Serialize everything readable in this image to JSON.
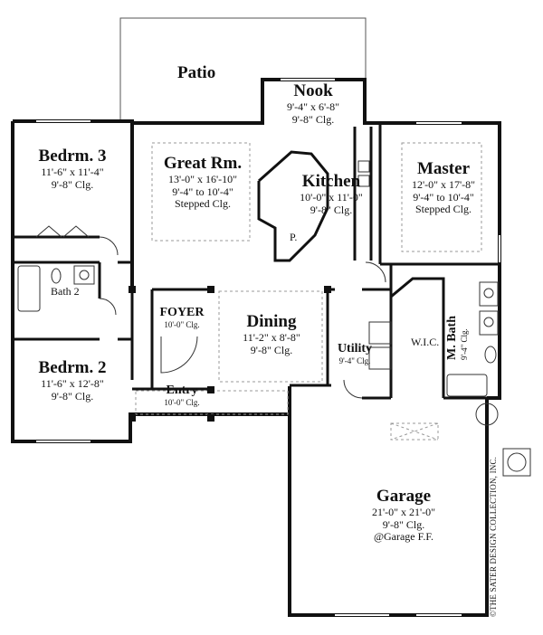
{
  "rooms": {
    "patio": {
      "name": "Patio"
    },
    "nook": {
      "name": "Nook",
      "size": "9'-4\" x 6'-8\"",
      "ceiling": "9'-8\" Clg."
    },
    "bedroom3": {
      "name": "Bedrm. 3",
      "size": "11'-6\" x 11'-4\"",
      "ceiling": "9'-8\" Clg."
    },
    "great_room": {
      "name": "Great Rm.",
      "size": "13'-0\" x 16'-10\"",
      "ceiling": "9'-4\"  to 10'-4\"",
      "note": "Stepped Clg."
    },
    "kitchen": {
      "name": "Kitchen",
      "size": "10'-0\" x 11'-0\"",
      "ceiling": "9'-8\" Clg."
    },
    "pantry": {
      "name": "P."
    },
    "master": {
      "name": "Master",
      "size": "12'-0\" x 17'-8\"",
      "ceiling": "9'-4\"  to 10'-4\"",
      "note": "Stepped Clg."
    },
    "bath2": {
      "name": "Bath 2"
    },
    "foyer": {
      "name": "FOYER",
      "ceiling": "10'-0\" Clg."
    },
    "dining": {
      "name": "Dining",
      "size": "11'-2\" x 8'-8\"",
      "ceiling": "9'-8\" Clg."
    },
    "utility": {
      "name": "Utility",
      "ceiling": "9'-4\" Clg."
    },
    "wic": {
      "name": "W.I.C."
    },
    "master_bath": {
      "name": "M. Bath",
      "ceiling": "9'-4\" Clg."
    },
    "bedroom2": {
      "name": "Bedrm. 2",
      "size": "11'-6\" x 12'-8\"",
      "ceiling": "9'-8\" Clg."
    },
    "entry": {
      "name": "Entry",
      "ceiling": "10'-0\" Clg."
    },
    "garage": {
      "name": "Garage",
      "size": "21'-0\" x 21'-0\"",
      "ceiling": "9'-8\" Clg.",
      "note": "@Garage F.F."
    }
  },
  "copyright": "©THE SATER DESIGN COLLECTION, INC."
}
